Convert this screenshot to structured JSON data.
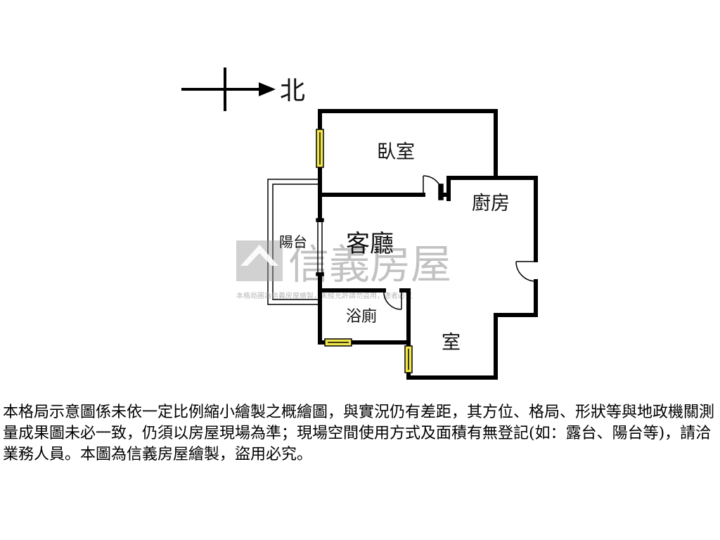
{
  "compass": {
    "label": "北"
  },
  "rooms": {
    "bedroom1": "臥室",
    "kitchen": "廚房",
    "balcony": "陽台",
    "living": "客廳",
    "bathroom": "浴廁",
    "bedroom2": "室"
  },
  "watermark": {
    "brand": "信義房屋",
    "subtitle": "本格局圖為信義房屋繪製，未經允許請勿盜用，違者必究"
  },
  "disclaimer": "本格局示意圖係未依一定比例縮小繪製之概繪圖，與實況仍有差距，其方位、格局、形狀等與地政機關測量成果圖未必一致，仍須以房屋現場為準；現場空間使用方式及面積有無登記(如：露台、陽台等)，請洽業務人員。本圖為信義房屋繪製，盜用必究。",
  "colors": {
    "wall": "#000000",
    "window": "#f2e84a",
    "watermark": "#9a9a9a"
  }
}
